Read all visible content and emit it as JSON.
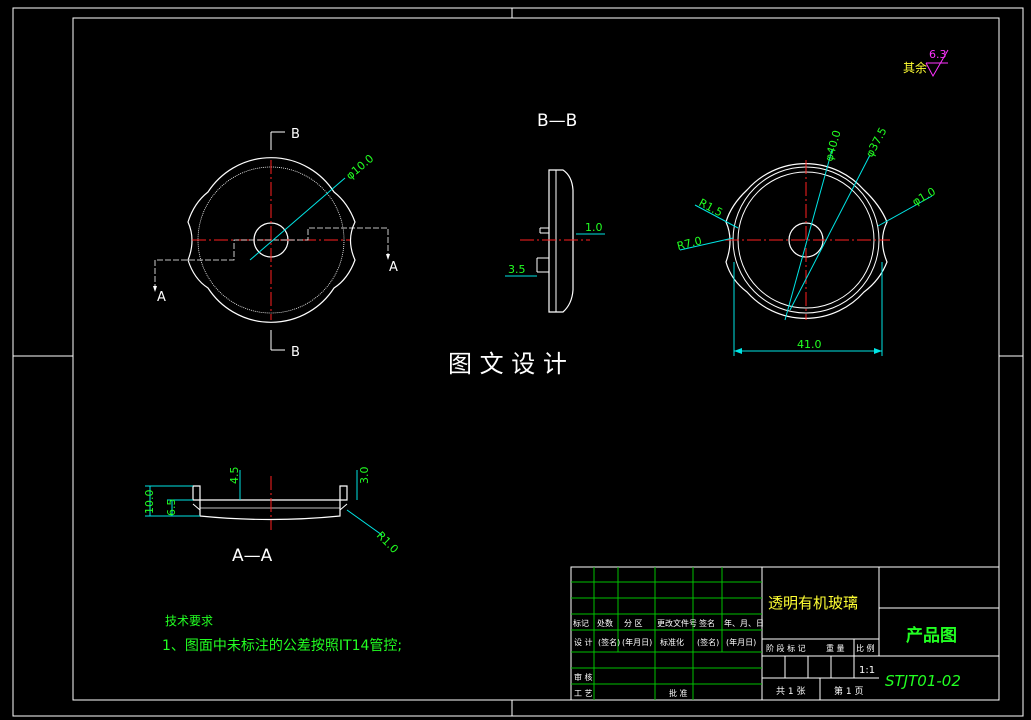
{
  "colors": {
    "border": "#ffffff",
    "centerline": "#ff2020",
    "dimension": "#00e5e5",
    "dim_text": "#22ff22",
    "title_green": "#22ff22",
    "roughness": "#ff33ff",
    "yellow_text": "#ffff33"
  },
  "roughness": {
    "label": "其余",
    "value": "6.3"
  },
  "views": {
    "section_bb_title": "B—B",
    "section_aa_title": "A—A",
    "cut_label_b": "B",
    "cut_label_a": "A",
    "watermark": "图 文 设 计"
  },
  "dimensions": {
    "front_dia": "φ10.0",
    "bb_thick": "1.0",
    "bb_step": "3.5",
    "right_dia_40": "φ40.0",
    "right_dia_37": "φ37.5",
    "right_dia_1": "φ1.0",
    "right_r15": "R1.5",
    "right_r7": "R7.0",
    "right_width": "41.0",
    "aa_h10": "10.0",
    "aa_h65": "6.5",
    "aa_45": "4.5",
    "aa_30": "3.0",
    "aa_r1": "R1.0"
  },
  "notes": {
    "title": "技术要求",
    "line1": "1、图面中未标注的公差按照IT14管控;"
  },
  "title_block": {
    "material": "透明有机玻璃",
    "drawing_type": "产品图",
    "drawing_number": "STJT01-02",
    "scale": "1:1",
    "sheets_total": "共 1 张",
    "sheet_no": "第 1 页",
    "hdr_mark": "标记",
    "hdr_count": "处数",
    "hdr_zone": "分 区",
    "hdr_doc": "更改文件号",
    "hdr_sign": "签名",
    "hdr_date": "年、月、日",
    "row_design": "设 计",
    "row_sign1": "(签名)",
    "row_date1": "(年月日)",
    "row_std": "标准化",
    "row_sign2": "(签名)",
    "row_date2": "(年月日)",
    "stage_label": "阶 段 标 记",
    "weight_label": "重 量",
    "scale_label": "比 例",
    "review": "审 核",
    "process": "工 艺",
    "approve": "批 准"
  }
}
